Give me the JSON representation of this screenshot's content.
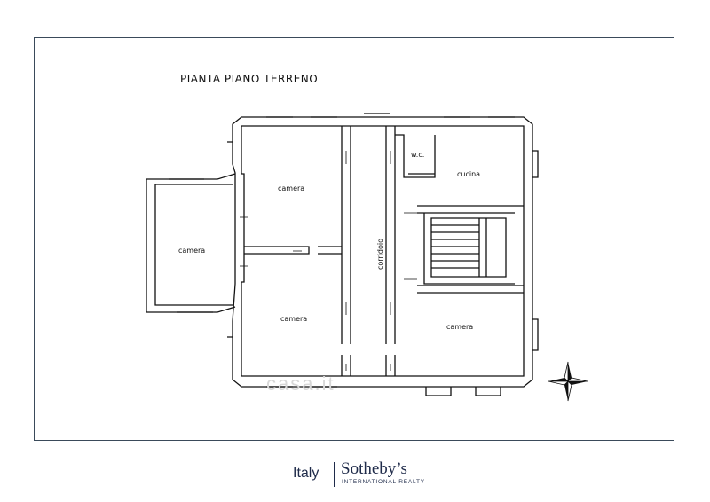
{
  "plan": {
    "title": "PIANTA PIANO  TERRENO",
    "rooms": {
      "camera_left": "camera",
      "camera_top": "camera",
      "camera_mid": "camera",
      "camera_right": "camera",
      "wc": "w.c.",
      "cucina": "cucina",
      "corridoio": "corridoio"
    },
    "watermark": "casa.it"
  },
  "footer": {
    "italy": "Italy",
    "brand": "Sotheby’s",
    "subtitle": "INTERNATIONAL REALTY"
  },
  "colors": {
    "frame": "#3a4a5a",
    "brand": "#1f2b4a",
    "lines": "#111111"
  }
}
